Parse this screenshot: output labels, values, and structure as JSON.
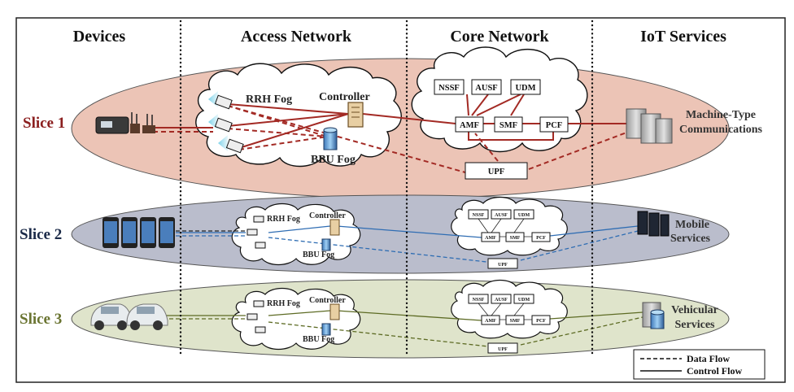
{
  "columns": {
    "devices": "Devices",
    "access": "Access Network",
    "core": "Core Network",
    "iot": "IoT Services"
  },
  "colors": {
    "slice1_fill": "#ecc4b6",
    "slice1_line": "#a32a24",
    "slice2_fill": "#babdcc",
    "slice2_line": "#2f6db3",
    "slice3_fill": "#dfe4cb",
    "slice3_line": "#5d6b24",
    "slice2_label": "#1b2a48"
  },
  "slices": [
    {
      "label": "Slice 1",
      "rrh_fog": "RRH Fog",
      "controller": "Controller",
      "bbu_fog": "BBU Fog",
      "nf": {
        "nssf": "NSSF",
        "ausf": "AUSF",
        "udm": "UDM",
        "amf": "AMF",
        "smf": "SMF",
        "pcf": "PCF",
        "upf": "UPF"
      },
      "service": [
        "Machine-Type",
        "Communications"
      ],
      "device_icon": "iot-sensor-devices-icon",
      "service_icon": "server-rack-icon"
    },
    {
      "label": "Slice 2",
      "rrh_fog": "RRH Fog",
      "controller": "Controller",
      "bbu_fog": "BBU Fog",
      "nf": {
        "nssf": "NSSF",
        "ausf": "AUSF",
        "udm": "UDM",
        "amf": "AMF",
        "smf": "SMF",
        "pcf": "PCF",
        "upf": "UPF"
      },
      "service": [
        "Mobile",
        "Services"
      ],
      "device_icon": "smartphone-icon",
      "service_icon": "server-tower-icon"
    },
    {
      "label": "Slice 3",
      "rrh_fog": "RRH Fog",
      "controller": "Controller",
      "bbu_fog": "BBU Fog",
      "nf": {
        "nssf": "NSSF",
        "ausf": "AUSF",
        "udm": "UDM",
        "amf": "AMF",
        "smf": "SMF",
        "pcf": "PCF",
        "upf": "UPF"
      },
      "service": [
        "Vehicular",
        "Services"
      ],
      "device_icon": "car-icon",
      "service_icon": "database-server-icon"
    }
  ],
  "legend": {
    "data_flow": "Data Flow",
    "control_flow": "Control Flow"
  }
}
